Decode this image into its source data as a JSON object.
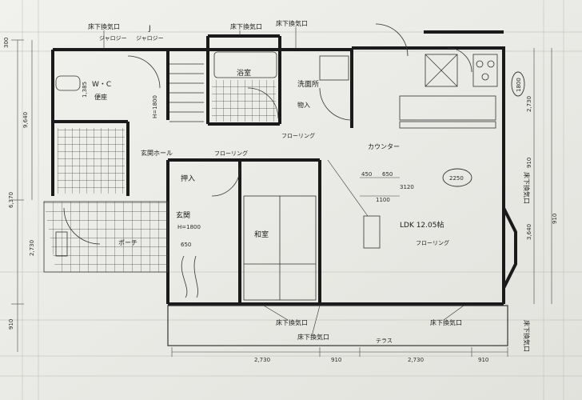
{
  "labels": {
    "vent_toilet": "床下換気口",
    "vent_bath": "床下換気口",
    "vent_top_right": "床下換気口",
    "jalousie_1": "ジャロジー",
    "jalousie_2": "ジャロジー",
    "j_mark": "J",
    "wc": "W・C",
    "toilet_seat": "便座",
    "toilet_dim": "1,385",
    "bath_room": "浴室",
    "washroom": "洗面所",
    "hall_entrance": "玄関ホール",
    "flooring": "フローリング",
    "storage": "物入",
    "closet": "押入",
    "tatami_room": "和室",
    "ldk": "LDK 12.05帖",
    "counter": "カウンター",
    "kitchen_flooring": "フローリング",
    "dining_flooring": "フローリング",
    "entry_porch": "ポーチ",
    "genkan": "玄関",
    "terrace": "テラス",
    "vent_bottom_1": "床下換気口",
    "vent_bottom_2": "床下換気口",
    "vent_bottom_3": "床下換気口",
    "vent_right_1": "床下換気口",
    "vent_right_2": "床下換気口",
    "circle_dim": "2250",
    "circle_dim_small": "1800",
    "dim_450": "450",
    "dim_650": "650",
    "dim_1100": "1100",
    "dim_3120": "3120",
    "dim_650b": "650",
    "dim_300": "300",
    "dim_9640": "9,640",
    "dim_6370": "6,370",
    "dim_2730": "2,730",
    "dim_910": "910",
    "dim_bottom_2730": "2,730",
    "dim_bottom_910": "910",
    "dim_bottom_2730b": "2,730",
    "dim_bottom_910b": "910",
    "dim_right_1": "2,730",
    "dim_right_2": "910",
    "dim_right_3": "3,640",
    "dim_right_4": "910",
    "hinge": "H=1800",
    "door_h": "H=1800"
  }
}
